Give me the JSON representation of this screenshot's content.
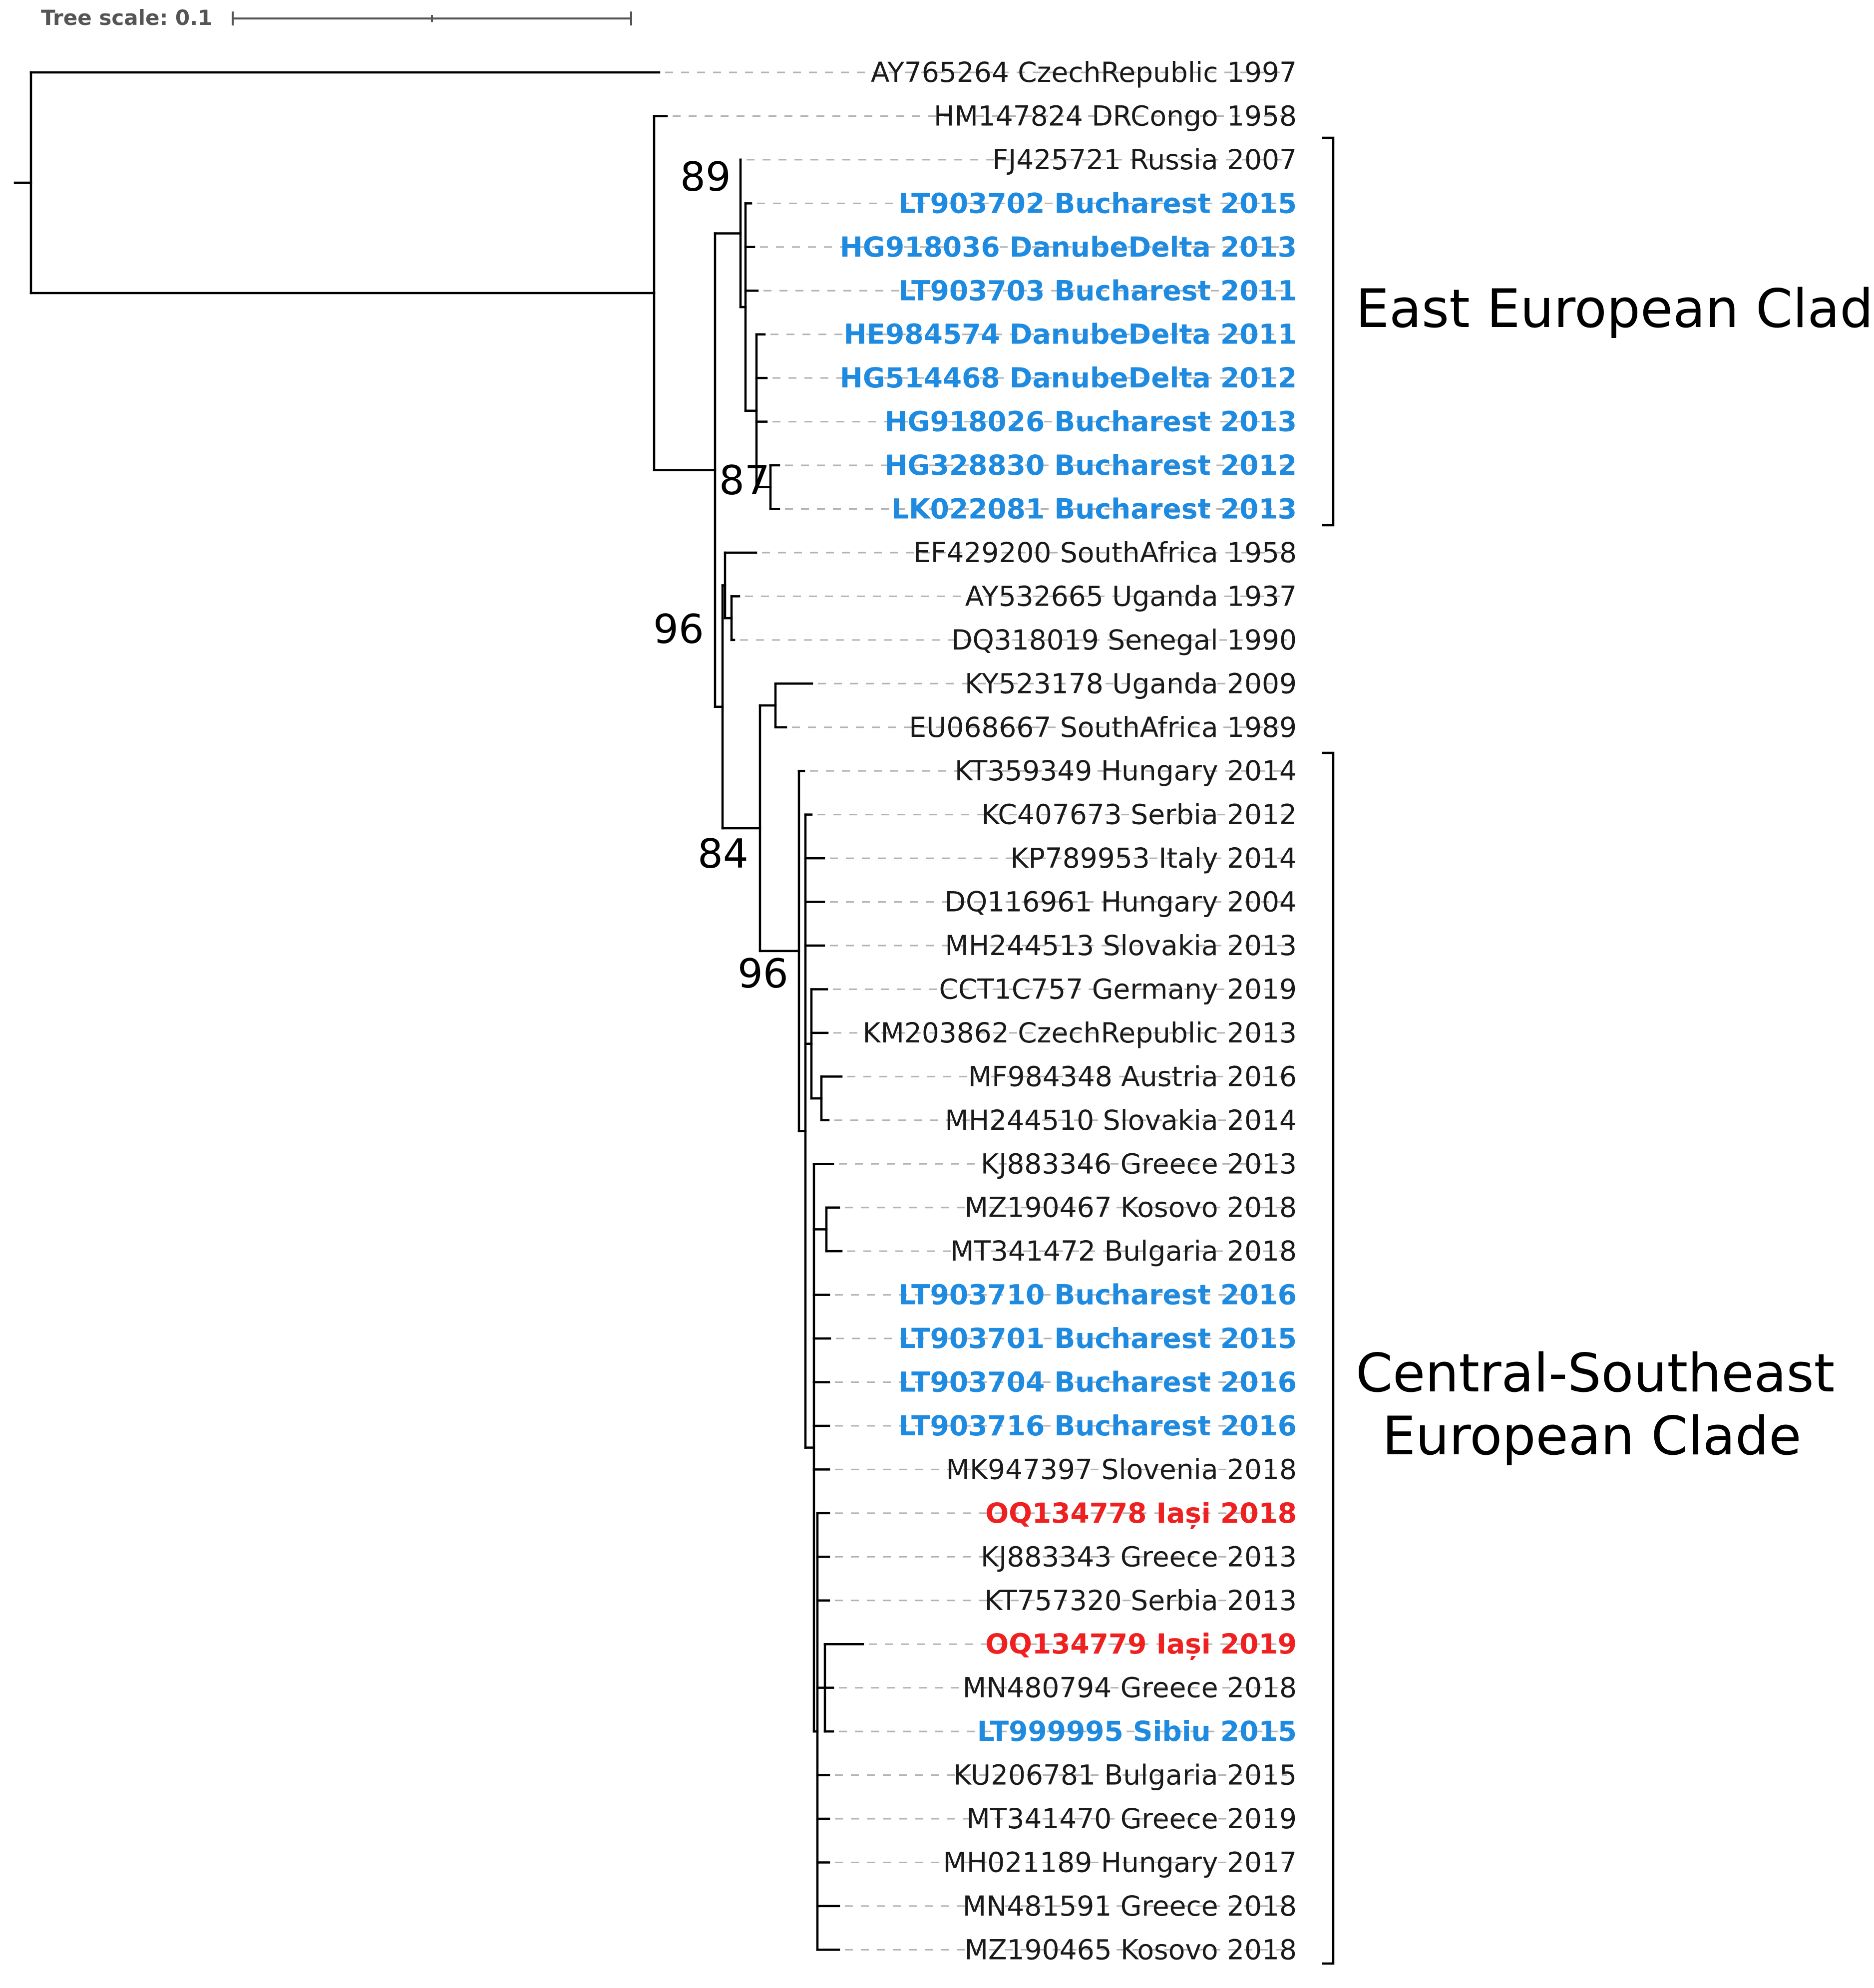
{
  "tree_scale_label": "Tree scale: 0.1",
  "colors": {
    "default": "#1a1a1a",
    "romania": "#1e8be0",
    "iasi": "#ee2020"
  },
  "leaves": [
    {
      "label": "AY765264 CzechRepublic 1997",
      "group": "default"
    },
    {
      "label": "HM147824 DRCongo 1958",
      "group": "default"
    },
    {
      "label": "FJ425721 Russia 2007",
      "group": "default"
    },
    {
      "label": "LT903702 Bucharest 2015",
      "group": "romania"
    },
    {
      "label": "HG918036 DanubeDelta 2013",
      "group": "romania"
    },
    {
      "label": "LT903703 Bucharest 2011",
      "group": "romania"
    },
    {
      "label": "HE984574 DanubeDelta 2011",
      "group": "romania"
    },
    {
      "label": "HG514468 DanubeDelta 2012",
      "group": "romania"
    },
    {
      "label": "HG918026 Bucharest 2013",
      "group": "romania"
    },
    {
      "label": "HG328830 Bucharest 2012",
      "group": "romania"
    },
    {
      "label": "LK022081 Bucharest 2013",
      "group": "romania"
    },
    {
      "label": "EF429200 SouthAfrica 1958",
      "group": "default"
    },
    {
      "label": "AY532665 Uganda 1937",
      "group": "default"
    },
    {
      "label": "DQ318019 Senegal 1990",
      "group": "default"
    },
    {
      "label": "KY523178 Uganda 2009",
      "group": "default"
    },
    {
      "label": "EU068667 SouthAfrica 1989",
      "group": "default"
    },
    {
      "label": "KT359349 Hungary 2014",
      "group": "default"
    },
    {
      "label": "KC407673 Serbia 2012",
      "group": "default"
    },
    {
      "label": "KP789953 Italy 2014",
      "group": "default"
    },
    {
      "label": "DQ116961 Hungary 2004",
      "group": "default"
    },
    {
      "label": "MH244513 Slovakia 2013",
      "group": "default"
    },
    {
      "label": "CCT1C757 Germany 2019",
      "group": "default"
    },
    {
      "label": "KM203862 CzechRepublic 2013",
      "group": "default"
    },
    {
      "label": "MF984348 Austria 2016",
      "group": "default"
    },
    {
      "label": "MH244510 Slovakia 2014",
      "group": "default"
    },
    {
      "label": "KJ883346 Greece 2013",
      "group": "default"
    },
    {
      "label": "MZ190467 Kosovo 2018",
      "group": "default"
    },
    {
      "label": "MT341472 Bulgaria 2018",
      "group": "default"
    },
    {
      "label": "LT903710 Bucharest 2016",
      "group": "romania"
    },
    {
      "label": "LT903701 Bucharest 2015",
      "group": "romania"
    },
    {
      "label": "LT903704 Bucharest 2016",
      "group": "romania"
    },
    {
      "label": "LT903716 Bucharest 2016",
      "group": "romania"
    },
    {
      "label": "MK947397 Slovenia 2018",
      "group": "default"
    },
    {
      "label": "OQ134778 Iași 2018",
      "group": "iasi"
    },
    {
      "label": "KJ883343 Greece 2013",
      "group": "default"
    },
    {
      "label": "KT757320 Serbia 2013",
      "group": "default"
    },
    {
      "label": "OQ134779 Iași 2019",
      "group": "iasi"
    },
    {
      "label": "MN480794 Greece 2018",
      "group": "default"
    },
    {
      "label": "LT999995 Sibiu 2015",
      "group": "romania"
    },
    {
      "label": "KU206781 Bulgaria 2015",
      "group": "default"
    },
    {
      "label": "MT341470 Greece 2019",
      "group": "default"
    },
    {
      "label": "MH021189 Hungary 2017",
      "group": "default"
    },
    {
      "label": "MN481591 Greece 2018",
      "group": "default"
    },
    {
      "label": "MZ190465 Kosovo 2018",
      "group": "default"
    }
  ],
  "support_values": [
    "89",
    "87",
    "96",
    "84",
    "96"
  ],
  "clades": [
    {
      "label_lines": [
        "East European Clade"
      ],
      "first_leaf": 2,
      "last_leaf": 10
    },
    {
      "label_lines": [
        "Central-Southeast",
        "European Clade"
      ],
      "first_leaf": 16,
      "last_leaf": 43
    }
  ]
}
